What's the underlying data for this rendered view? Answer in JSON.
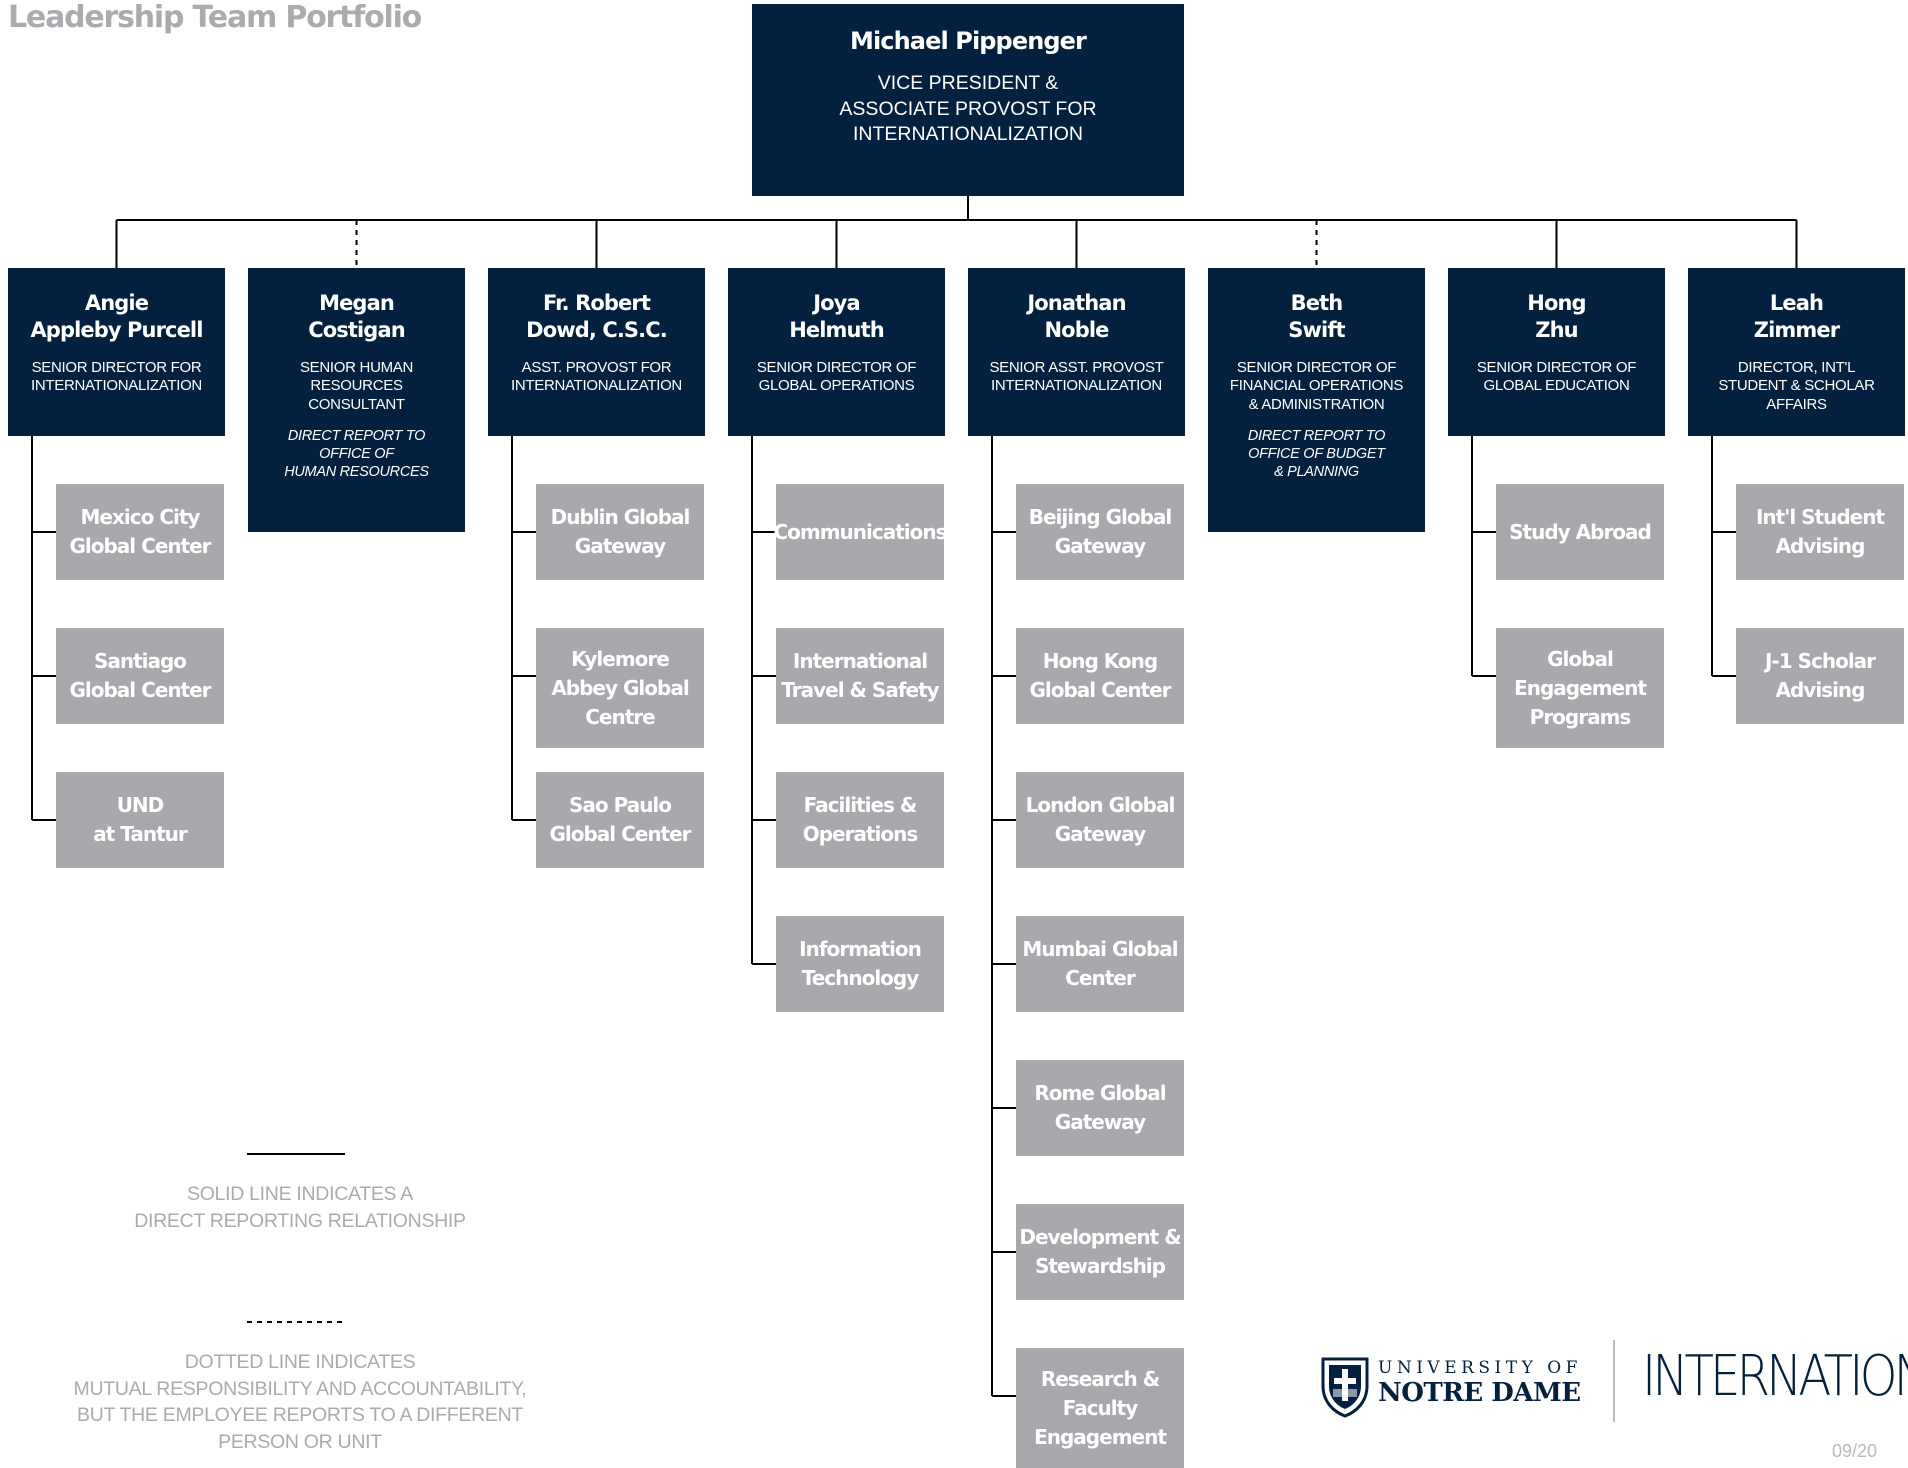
{
  "page": {
    "title": "Leadership Team Portfolio",
    "page_number": "09/20"
  },
  "colors": {
    "navy": "#03213e",
    "unit_gray": "#a7a9ac",
    "legend_gray": "#a9abae",
    "line": "#000000"
  },
  "head": {
    "name": "Michael Pippenger",
    "role": "VICE PRESIDENT &\nASSOCIATE PROVOST FOR\nINTERNATIONALIZATION"
  },
  "reports": [
    {
      "name": "Angie\nAppleby Purcell",
      "role": "SENIOR DIRECTOR FOR\nINTERNATIONALIZATION",
      "line": "solid",
      "units": [
        "Mexico City\nGlobal Center",
        "Santiago\nGlobal Center",
        "UND\nat Tantur"
      ]
    },
    {
      "name": "Megan\nCostigan",
      "role": "SENIOR HUMAN\nRESOURCES\nCONSULTANT",
      "note": "DIRECT REPORT TO\nOFFICE OF\nHUMAN RESOURCES",
      "line": "dotted",
      "units": []
    },
    {
      "name": "Fr. Robert\nDowd, C.S.C.",
      "role": "ASST. PROVOST FOR\nINTERNATIONALIZATION",
      "line": "solid",
      "units": [
        "Dublin Global\nGateway",
        "Kylemore\nAbbey Global\nCentre",
        "Sao Paulo\nGlobal Center"
      ]
    },
    {
      "name": "Joya\nHelmuth",
      "role": "SENIOR DIRECTOR OF\nGLOBAL OPERATIONS",
      "line": "solid",
      "units": [
        "Communications",
        "International\nTravel & Safety",
        "Facilities &\nOperations",
        "Information\nTechnology"
      ]
    },
    {
      "name": "Jonathan\nNoble",
      "role": "SENIOR ASST. PROVOST\nINTERNATIONALIZATION",
      "line": "solid",
      "units": [
        "Beijing Global\nGateway",
        "Hong Kong\nGlobal Center",
        "London Global\nGateway",
        "Mumbai Global\nCenter",
        "Rome Global\nGateway",
        "Development &\nStewardship",
        "Research &\nFaculty\nEngagement"
      ]
    },
    {
      "name": "Beth\nSwift",
      "role": "SENIOR DIRECTOR OF\nFINANCIAL OPERATIONS\n& ADMINISTRATION",
      "note": "DIRECT REPORT TO\nOFFICE OF BUDGET\n& PLANNING",
      "line": "dotted",
      "units": []
    },
    {
      "name": "Hong\nZhu",
      "role": "SENIOR DIRECTOR OF\nGLOBAL EDUCATION",
      "line": "solid",
      "units": [
        "Study Abroad",
        "Global\nEngagement\nPrograms"
      ]
    },
    {
      "name": "Leah\nZimmer",
      "role": "DIRECTOR, INT'L\nSTUDENT & SCHOLAR\nAFFAIRS",
      "line": "solid",
      "units": [
        "Int'l Student\nAdvising",
        "J-1 Scholar\nAdvising"
      ]
    }
  ],
  "legend": {
    "solid": "SOLID LINE INDICATES A\nDIRECT REPORTING RELATIONSHIP",
    "dotted": "DOTTED LINE INDICATES\nMUTUAL RESPONSIBILITY AND ACCOUNTABILITY,\nBUT THE EMPLOYEE REPORTS TO A DIFFERENT\nPERSON OR UNIT"
  },
  "logo": {
    "line1": "UNIVERSITY OF",
    "line2": "NOTRE DAME",
    "wordmark": "INTERNATIONAL"
  }
}
